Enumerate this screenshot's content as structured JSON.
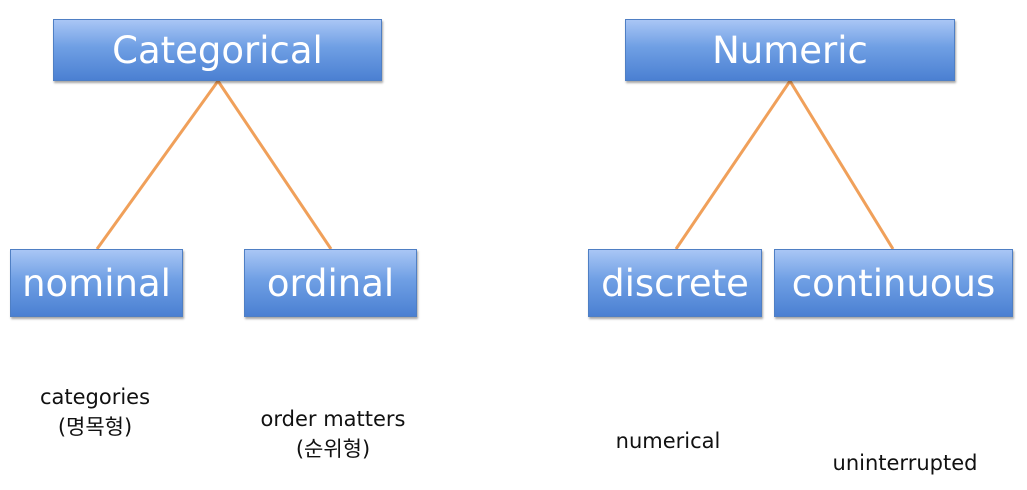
{
  "nodes": {
    "categorical": "Categorical",
    "numeric": "Numeric",
    "nominal": "nominal",
    "ordinal": "ordinal",
    "discrete": "discrete",
    "continuous": "continuous"
  },
  "notes": {
    "nominal": [
      "categories",
      "(명목형)"
    ],
    "ordinal": [
      "order matters",
      "(순위형)"
    ],
    "discrete": [
      "numerical"
    ],
    "continuous": [
      "uninterrupted"
    ]
  },
  "colors": {
    "box_top": "#a9c6f5",
    "box_bottom": "#4b80d2",
    "connector": "#f0a05a",
    "box_text": "#ffffff",
    "note_text": "#111111"
  }
}
